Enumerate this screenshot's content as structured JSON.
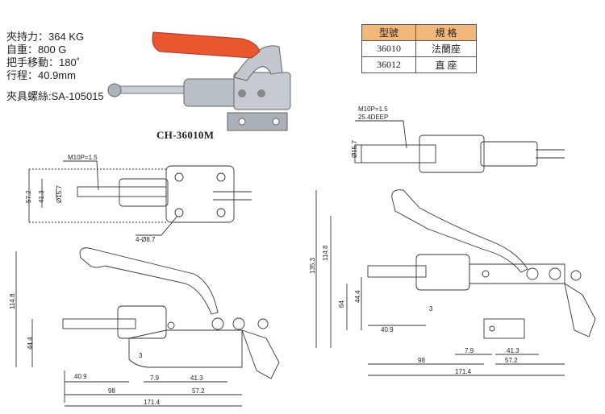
{
  "specs": {
    "holding_capacity": "夾持力：364 KG",
    "weight": "自重：800 G",
    "handle_travel": "把手移動：180˚",
    "stroke": "行程：40.9mm",
    "clamp_screw": "夾具螺絲:SA-105015"
  },
  "product_model": "CH-36010M",
  "model_table": {
    "headers": [
      "型號",
      "規 格"
    ],
    "rows": [
      {
        "model": "36010",
        "spec": "法蘭座"
      },
      {
        "model": "36012",
        "spec": "直 座"
      }
    ]
  },
  "left_drawing": {
    "thread_note": "M10P=1.5",
    "hole_note": "4-Ø8.7",
    "dim_57_2": "57.2",
    "dim_41_3": "41.3",
    "dim_15_7": "Ø15.7",
    "dim_114_8": "114.8",
    "dim_44_4": "44.4",
    "dim_3": "3",
    "dim_40_9": "40.9",
    "dim_7_9": "7.9",
    "dim_41_3b": "41.3",
    "dim_98": "98",
    "dim_57_2b": "57.2",
    "dim_171_4": "171.4"
  },
  "right_drawing": {
    "thread_note": "M10P=1.5",
    "deep_note": "25.4DEEP",
    "dim_15_7": "Ø15.7",
    "dim_135_3": "135.3",
    "dim_114_8": "114.8",
    "dim_64": "64",
    "dim_44_4": "44.4",
    "dim_3": "3",
    "dim_40_9": "40.9",
    "dim_7_9": "7.9",
    "dim_41_3": "41.3",
    "dim_98": "98",
    "dim_57_2": "57.2",
    "dim_171_4": "171.4"
  },
  "colors": {
    "handle_grip": "#e8572e",
    "table_header": "#f2b77a",
    "metal": "#b9bfc6"
  }
}
